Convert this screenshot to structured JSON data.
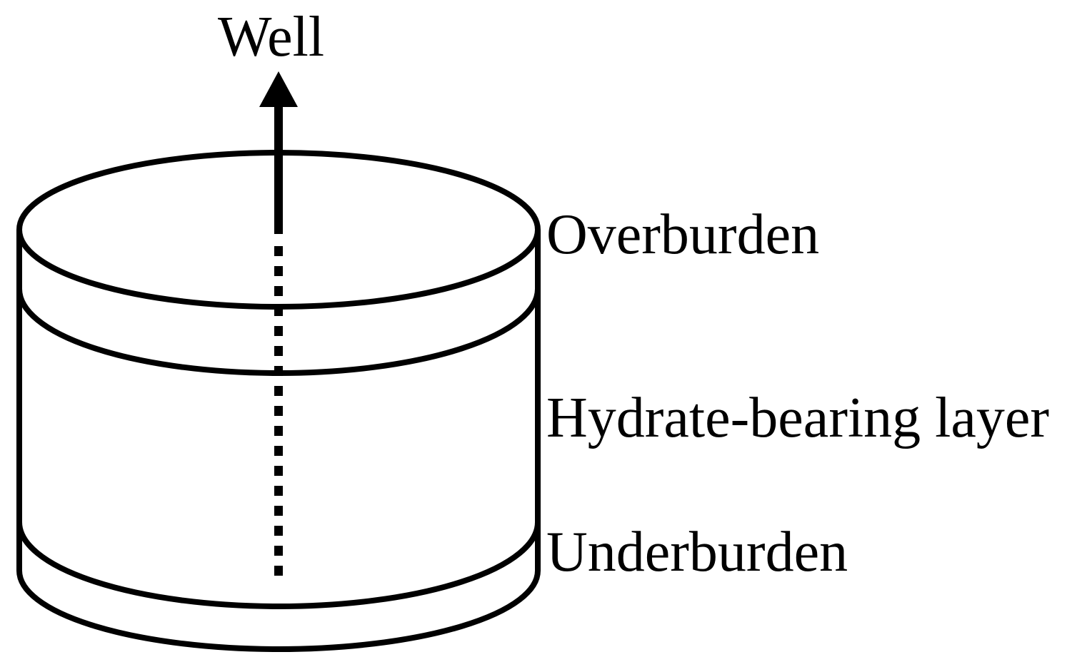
{
  "labels": {
    "well": "Well",
    "overburden": "Overburden",
    "hydrate_layer": "Hydrate-bearing layer",
    "underburden": "Underburden"
  },
  "colors": {
    "stroke": "#000000",
    "background": "#ffffff"
  }
}
